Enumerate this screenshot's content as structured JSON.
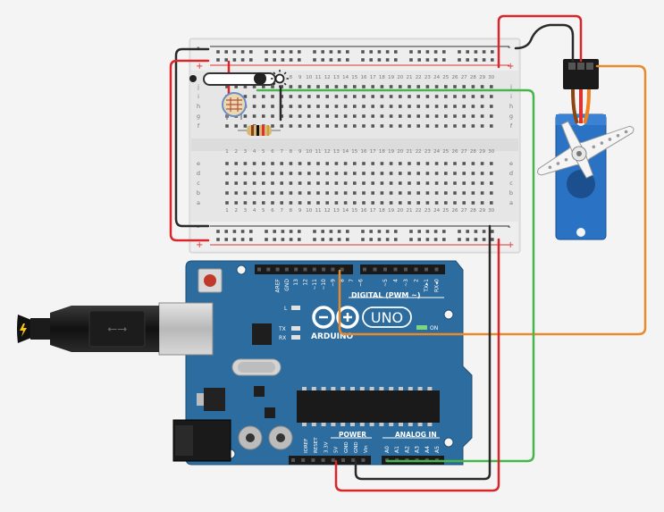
{
  "breadboard": {
    "columns": 30,
    "top_rows": [
      "j",
      "i",
      "h",
      "g",
      "f"
    ],
    "bottom_rows": [
      "e",
      "d",
      "c",
      "b",
      "a"
    ],
    "rail_plus": "+",
    "rail_minus": "-"
  },
  "arduino": {
    "brand": "ARDUINO",
    "model": "UNO",
    "digital_label": "DIGITAL (PWM ~)",
    "power_label": "POWER",
    "analog_label": "ANALOG IN",
    "on_label": "ON",
    "led_l": "L",
    "led_tx": "TX",
    "led_rx": "RX",
    "digital_pins": [
      "AREF",
      "GND",
      "13",
      "12",
      "~11",
      "~10",
      "~9",
      "8",
      "7",
      "~6",
      "~5",
      "4",
      "~3",
      "2",
      "TX▸1",
      "RX◂0"
    ],
    "power_pins": [
      "IOREF",
      "RESET",
      "3.3V",
      "5V",
      "GND",
      "GND",
      "Vin"
    ],
    "analog_pins": [
      "A0",
      "A1",
      "A2",
      "A3",
      "A4",
      "A5"
    ]
  },
  "colors": {
    "background": "#f4f4f4",
    "board": "#2d6c9e",
    "breadboard": "#e8e8e8",
    "wire_red": "#d8262b",
    "wire_black": "#2a2a2a",
    "wire_green": "#45b649",
    "wire_orange": "#e8892a",
    "servo": "#2a72c4"
  },
  "icons": [
    "usb-plug-icon",
    "lightning-icon",
    "power-jack-icon",
    "photoresistor-icon",
    "resistor-icon",
    "servo-icon",
    "arduino-infinity-logo-icon"
  ]
}
